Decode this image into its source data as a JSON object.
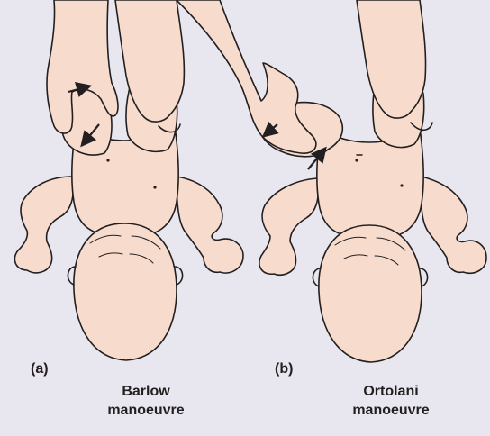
{
  "panels": [
    {
      "label": "(a)",
      "caption_line1": "Barlow",
      "caption_line2": "manoeuvre"
    },
    {
      "label": "(b)",
      "caption_line1": "Ortolani",
      "caption_line2": "manoeuvre"
    }
  ],
  "colors": {
    "background": "#e8e6ee",
    "skin": "#f7dccd",
    "outline": "#231f20"
  }
}
